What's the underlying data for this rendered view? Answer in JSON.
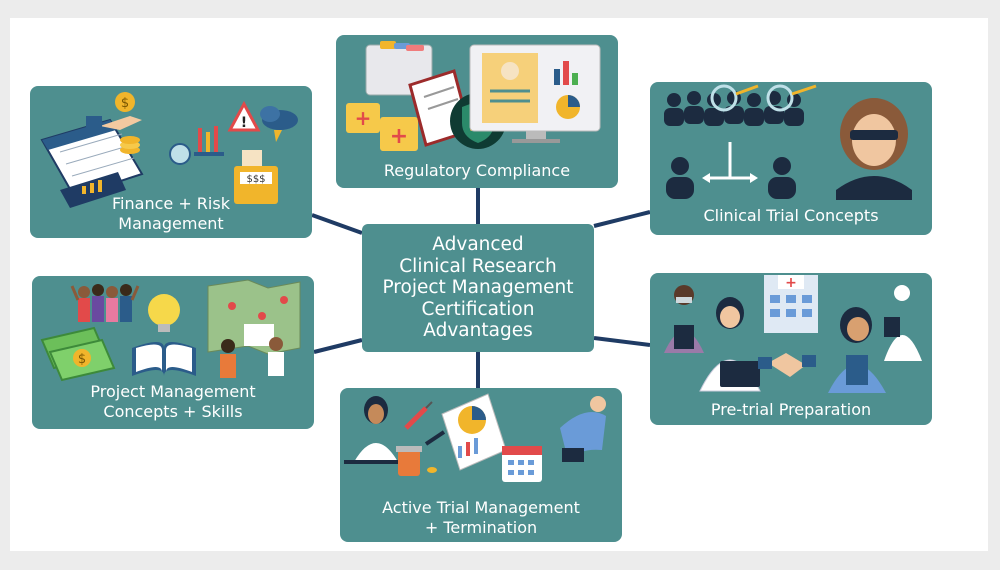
{
  "center": {
    "lines": [
      "Advanced",
      "Clinical Research",
      "Project Management",
      "Certification",
      "Advantages"
    ]
  },
  "nodes": {
    "finance": {
      "lines": [
        "Finance + Risk",
        "Management"
      ]
    },
    "regulatory": {
      "lines": [
        "Regulatory Compliance"
      ]
    },
    "clinical": {
      "lines": [
        "Clinical Trial Concepts"
      ]
    },
    "project": {
      "lines": [
        "Project Management",
        "Concepts + Skills"
      ]
    },
    "pretrial": {
      "lines": [
        "Pre-trial Preparation"
      ]
    },
    "active": {
      "lines": [
        "Active Trial Management",
        "+ Termination"
      ]
    }
  },
  "icons": {
    "finance": "$",
    "pretrial_cross": "+"
  },
  "colors": {
    "box": "#4e8f8f",
    "connector": "#1f3b64",
    "background": "#ffffff",
    "page": "#ececec"
  }
}
